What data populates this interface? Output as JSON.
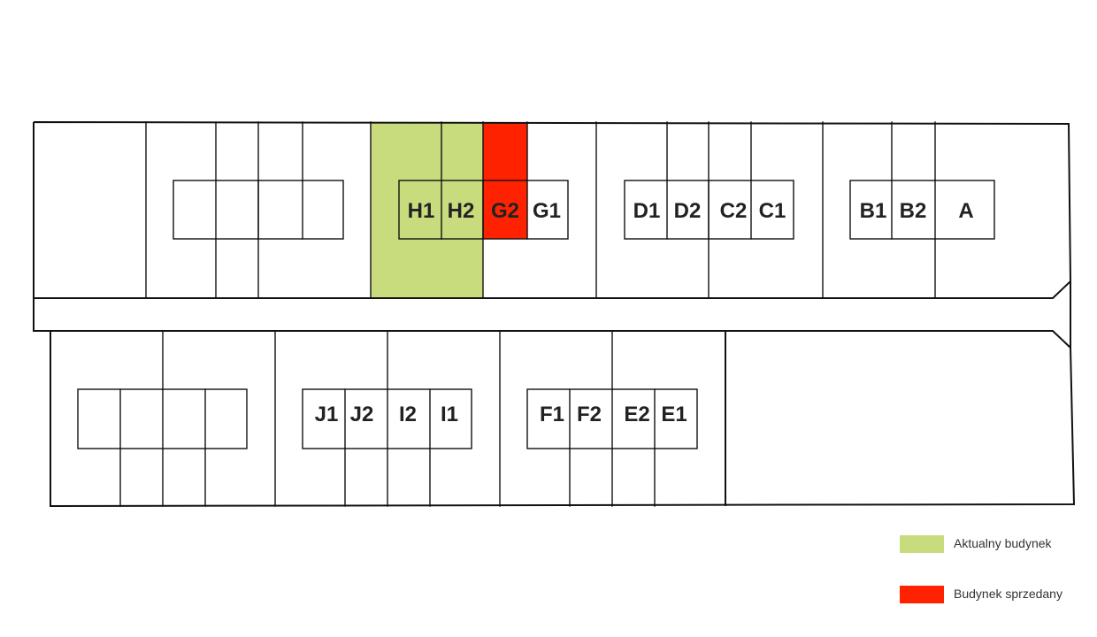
{
  "colors": {
    "current": "#c8dc7e",
    "sold": "#ff2200",
    "line": "#111111",
    "label": "#222222"
  },
  "units": [
    {
      "label": "H1",
      "status": "current"
    },
    {
      "label": "H2",
      "status": "current"
    },
    {
      "label": "G2",
      "status": "sold"
    },
    {
      "label": "G1",
      "status": "available"
    },
    {
      "label": "D1",
      "status": "available"
    },
    {
      "label": "D2",
      "status": "available"
    },
    {
      "label": "C2",
      "status": "available"
    },
    {
      "label": "C1",
      "status": "available"
    },
    {
      "label": "B1",
      "status": "available"
    },
    {
      "label": "B2",
      "status": "available"
    },
    {
      "label": "A",
      "status": "available"
    },
    {
      "label": "J1",
      "status": "available"
    },
    {
      "label": "J2",
      "status": "available"
    },
    {
      "label": "I2",
      "status": "available"
    },
    {
      "label": "I1",
      "status": "available"
    },
    {
      "label": "F1",
      "status": "available"
    },
    {
      "label": "F2",
      "status": "available"
    },
    {
      "label": "E2",
      "status": "available"
    },
    {
      "label": "E1",
      "status": "available"
    }
  ],
  "legend": {
    "current_label": "Aktualny budynek",
    "sold_label": "Budynek sprzedany"
  }
}
